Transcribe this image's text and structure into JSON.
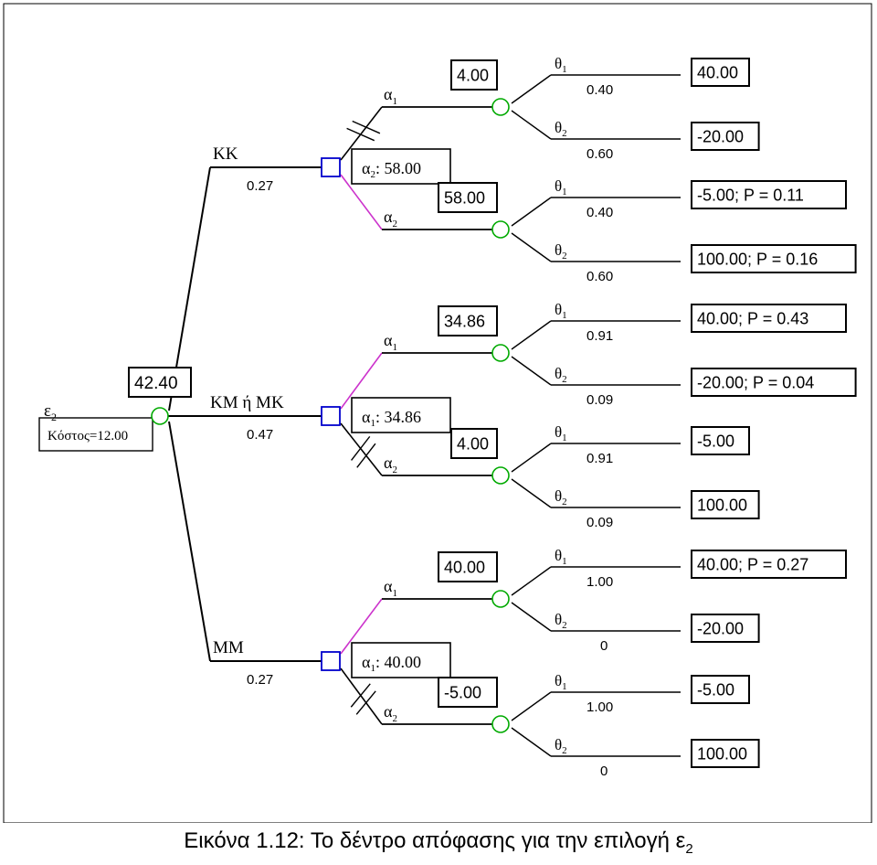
{
  "root": {
    "symbol": "ε",
    "symbol_sub": "2",
    "cost_label": "Κόστος=12.00",
    "value": "42.40"
  },
  "branches": [
    {
      "label": "ΚΚ",
      "prob": "0.27",
      "decision_note": {
        "sym": "α",
        "sub": "2",
        "val": ": 58.00"
      },
      "actions": [
        {
          "sym": "α",
          "sub": "1",
          "pruned": true,
          "highlight": false,
          "value": "4.00",
          "outcomes": [
            {
              "sym": "θ",
              "sub": "1",
              "prob": "0.40",
              "payoff": "40.00"
            },
            {
              "sym": "θ",
              "sub": "2",
              "prob": "0.60",
              "payoff": "-20.00"
            }
          ]
        },
        {
          "sym": "α",
          "sub": "2",
          "pruned": false,
          "highlight": true,
          "value": "58.00",
          "outcomes": [
            {
              "sym": "θ",
              "sub": "1",
              "prob": "0.40",
              "payoff": "-5.00; P = 0.11"
            },
            {
              "sym": "θ",
              "sub": "2",
              "prob": "0.60",
              "payoff": "100.00; P = 0.16"
            }
          ]
        }
      ]
    },
    {
      "label": "ΚΜ ή ΜΚ",
      "prob": "0.47",
      "decision_note": {
        "sym": "α",
        "sub": "1",
        "val": ": 34.86"
      },
      "actions": [
        {
          "sym": "α",
          "sub": "1",
          "pruned": false,
          "highlight": true,
          "value": "34.86",
          "outcomes": [
            {
              "sym": "θ",
              "sub": "1",
              "prob": "0.91",
              "payoff": "40.00; P = 0.43"
            },
            {
              "sym": "θ",
              "sub": "2",
              "prob": "0.09",
              "payoff": "-20.00; P = 0.04"
            }
          ]
        },
        {
          "sym": "α",
          "sub": "2",
          "pruned": true,
          "highlight": false,
          "value": "4.00",
          "outcomes": [
            {
              "sym": "θ",
              "sub": "1",
              "prob": "0.91",
              "payoff": "-5.00"
            },
            {
              "sym": "θ",
              "sub": "2",
              "prob": "0.09",
              "payoff": "100.00"
            }
          ]
        }
      ]
    },
    {
      "label": "ΜΜ",
      "prob": "0.27",
      "decision_note": {
        "sym": "α",
        "sub": "1",
        "val": ": 40.00"
      },
      "actions": [
        {
          "sym": "α",
          "sub": "1",
          "pruned": false,
          "highlight": true,
          "value": "40.00",
          "outcomes": [
            {
              "sym": "θ",
              "sub": "1",
              "prob": "1.00",
              "payoff": "40.00; P = 0.27"
            },
            {
              "sym": "θ",
              "sub": "2",
              "prob": "0",
              "payoff": "-20.00"
            }
          ]
        },
        {
          "sym": "α",
          "sub": "2",
          "pruned": true,
          "highlight": false,
          "value": "-5.00",
          "outcomes": [
            {
              "sym": "θ",
              "sub": "1",
              "prob": "1.00",
              "payoff": "-5.00"
            },
            {
              "sym": "θ",
              "sub": "2",
              "prob": "0",
              "payoff": "100.00"
            }
          ]
        }
      ]
    }
  ],
  "caption": "Εικόνα 1.12: Το δέντρο απόφασης για την επιλογή ε",
  "caption_sub": "2",
  "colors": {
    "line": "#000000",
    "highlight": "#cc33cc",
    "decision_node": "#0000cc",
    "chance_node": "#00aa00"
  }
}
